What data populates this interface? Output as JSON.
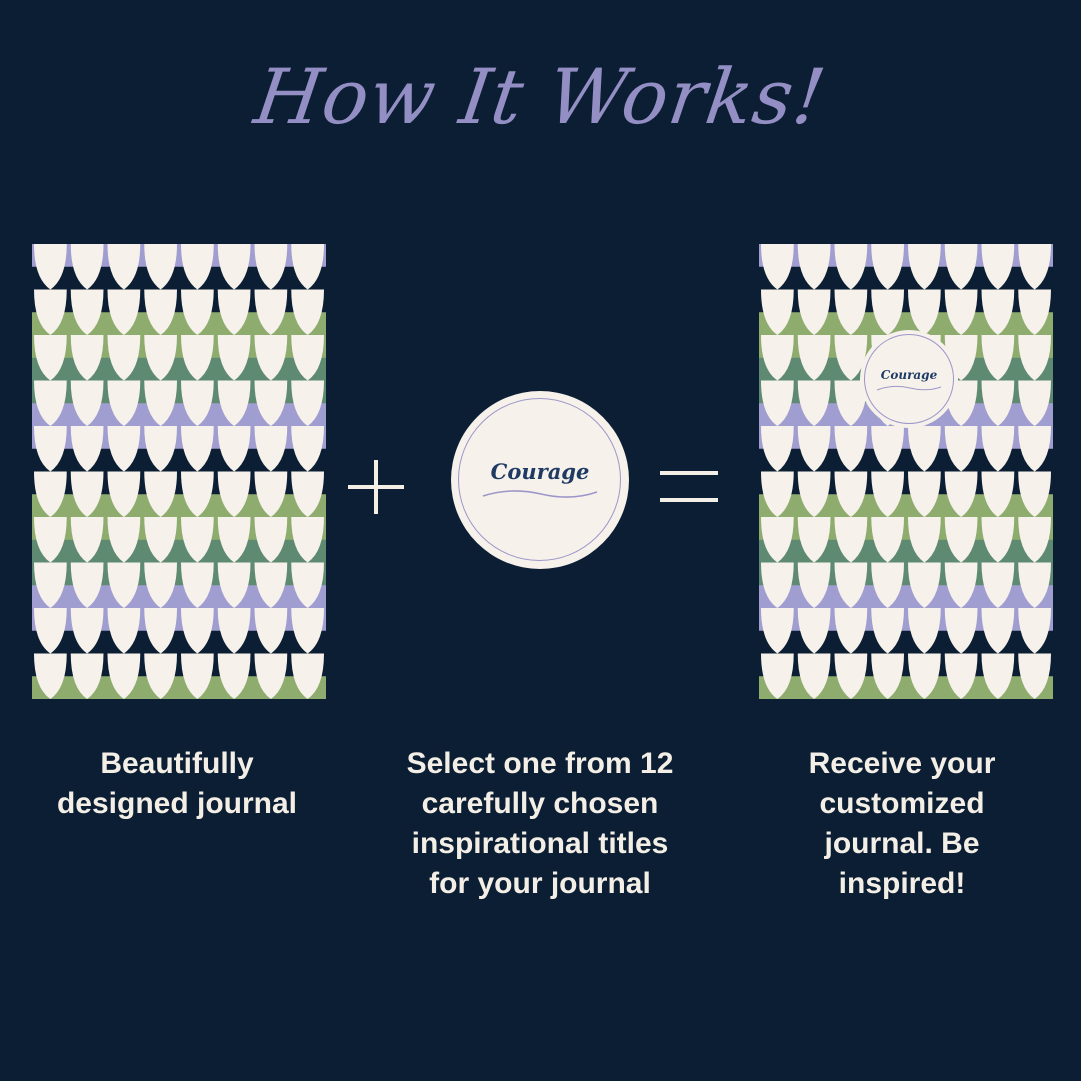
{
  "header": {
    "title": "How It Works!"
  },
  "steps": [
    {
      "caption": "Beautifully\ndesigned journal"
    },
    {
      "caption": "Select one from 12\ncarefully chosen\ninspirational titles\nfor your journal"
    },
    {
      "caption": "Receive your\ncustomized\njournal. Be\ninspired!"
    }
  ],
  "badge": {
    "title": "Courage"
  },
  "operators": {
    "plus": "+",
    "equals": "="
  },
  "colors": {
    "background": "#0c1e33",
    "title": "#938fc4",
    "cream": "#f6f1ea",
    "green": "#8fac6f",
    "teal": "#5f8a72",
    "lavender": "#a09dd0",
    "navy": "#0c1e33"
  }
}
